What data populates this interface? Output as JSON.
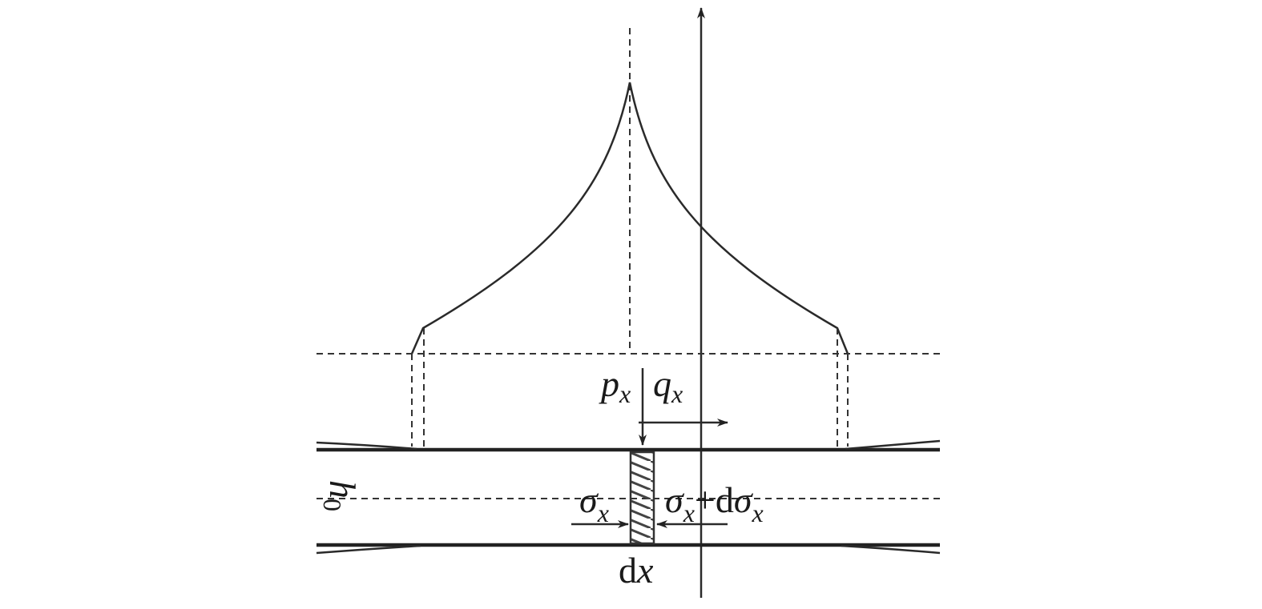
{
  "labels": {
    "p_x": {
      "main": "p",
      "sub": "x"
    },
    "q_x": {
      "main": "q",
      "sub": "x"
    },
    "sigma_x": {
      "main": "σ",
      "sub": "x"
    },
    "sigma_x_plus_dsigma_x": {
      "main": "σ",
      "sub": "x",
      "plus": "+d",
      "main2": "σ",
      "sub2": "x"
    },
    "dx": {
      "d": "d",
      "x": "x"
    },
    "h0": {
      "main": "h",
      "sub": "0"
    }
  },
  "colors": {
    "line": "#222222",
    "background": "#ffffff"
  }
}
